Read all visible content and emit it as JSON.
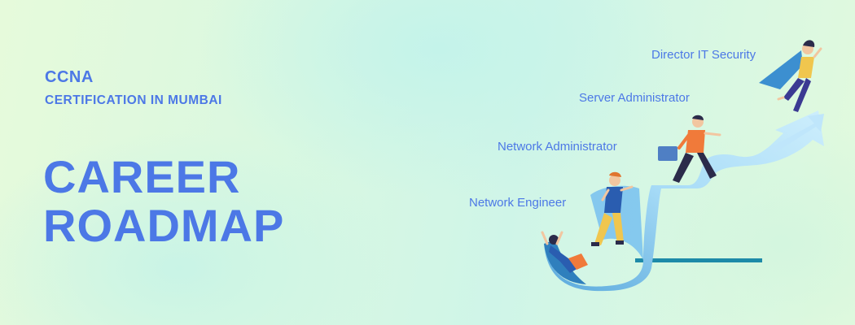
{
  "banner": {
    "course": "CCNA",
    "subtitle": "CERTIFICATION IN MUMBAI",
    "headline_line1": "CAREER",
    "headline_line2": "ROADMAP"
  },
  "roadmap": {
    "roles": [
      "Network Engineer",
      "Network Administrator",
      "Server Administrator",
      "Director IT Security"
    ]
  },
  "colors": {
    "text_blue": "#4c78e6",
    "ribbon_light": "#9fd6f5",
    "ribbon_dark": "#3f8fc9",
    "track_teal": "#1d8aa8"
  }
}
